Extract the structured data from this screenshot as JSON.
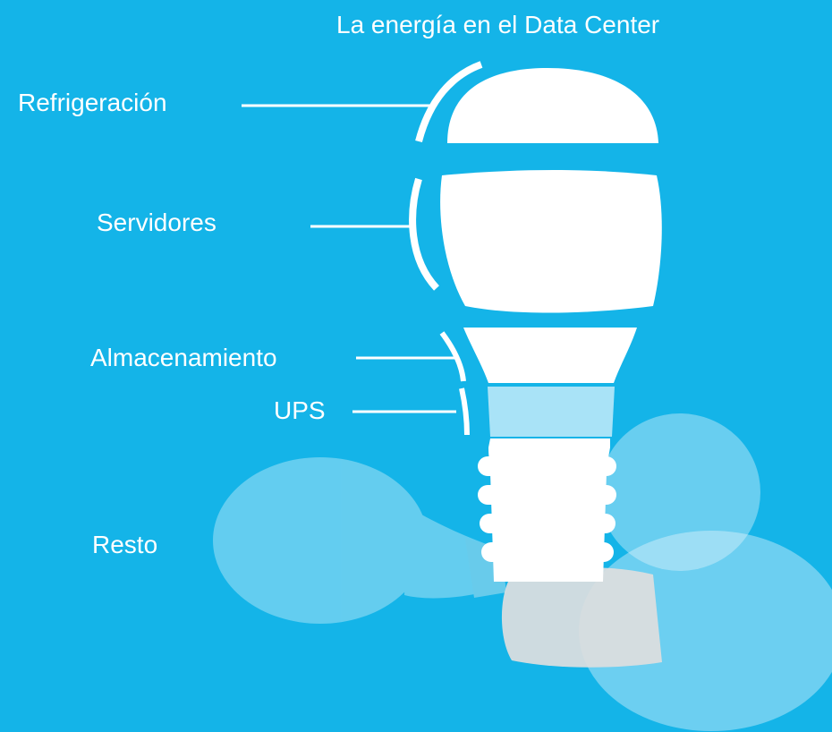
{
  "title": "La energía en el Data Center",
  "labels": {
    "refrigeracion": "Refrigeración",
    "servidores": "Servidores",
    "almacenamiento": "Almacenamiento",
    "ups": "UPS",
    "resto": "Resto"
  },
  "colors": {
    "background": "#14b4e8",
    "bulb_segment": "#ffffff",
    "ups_segment": "#a9e3f7",
    "faded_bulb": "#bfe8f7",
    "faded_base": "#d4d4d4"
  }
}
